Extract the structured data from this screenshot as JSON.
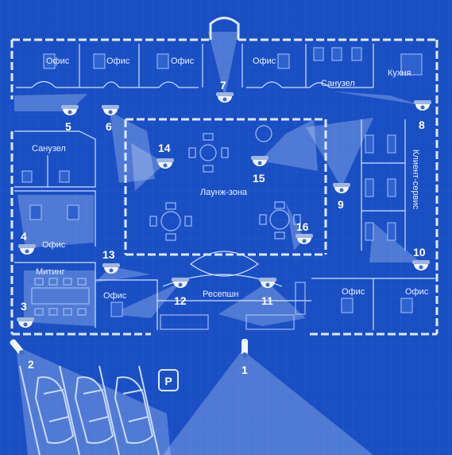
{
  "rooms": {
    "office_1": "Офис",
    "office_2": "Офис",
    "office_3": "Офис",
    "office_4": "Офис",
    "office_5": "Офис",
    "office_6": "Офис",
    "office_7": "Офис",
    "office_8": "Офис",
    "bathroom_top": "Санузел",
    "kitchen": "Кухня",
    "bathroom_left": "Санузел",
    "lounge": "Лаунж-зона",
    "client_service": "Клиент-сервис",
    "meeting": "Митинг",
    "reception": "Ресепшн"
  },
  "cameras": [
    "1",
    "2",
    "3",
    "4",
    "5",
    "6",
    "7",
    "8",
    "9",
    "10",
    "11",
    "12",
    "13",
    "14",
    "15",
    "16"
  ],
  "parking_sign": "P",
  "colors": {
    "background": "#1a4fc4",
    "lines": "#dfe9ff",
    "coverage": "#dce8ff"
  }
}
